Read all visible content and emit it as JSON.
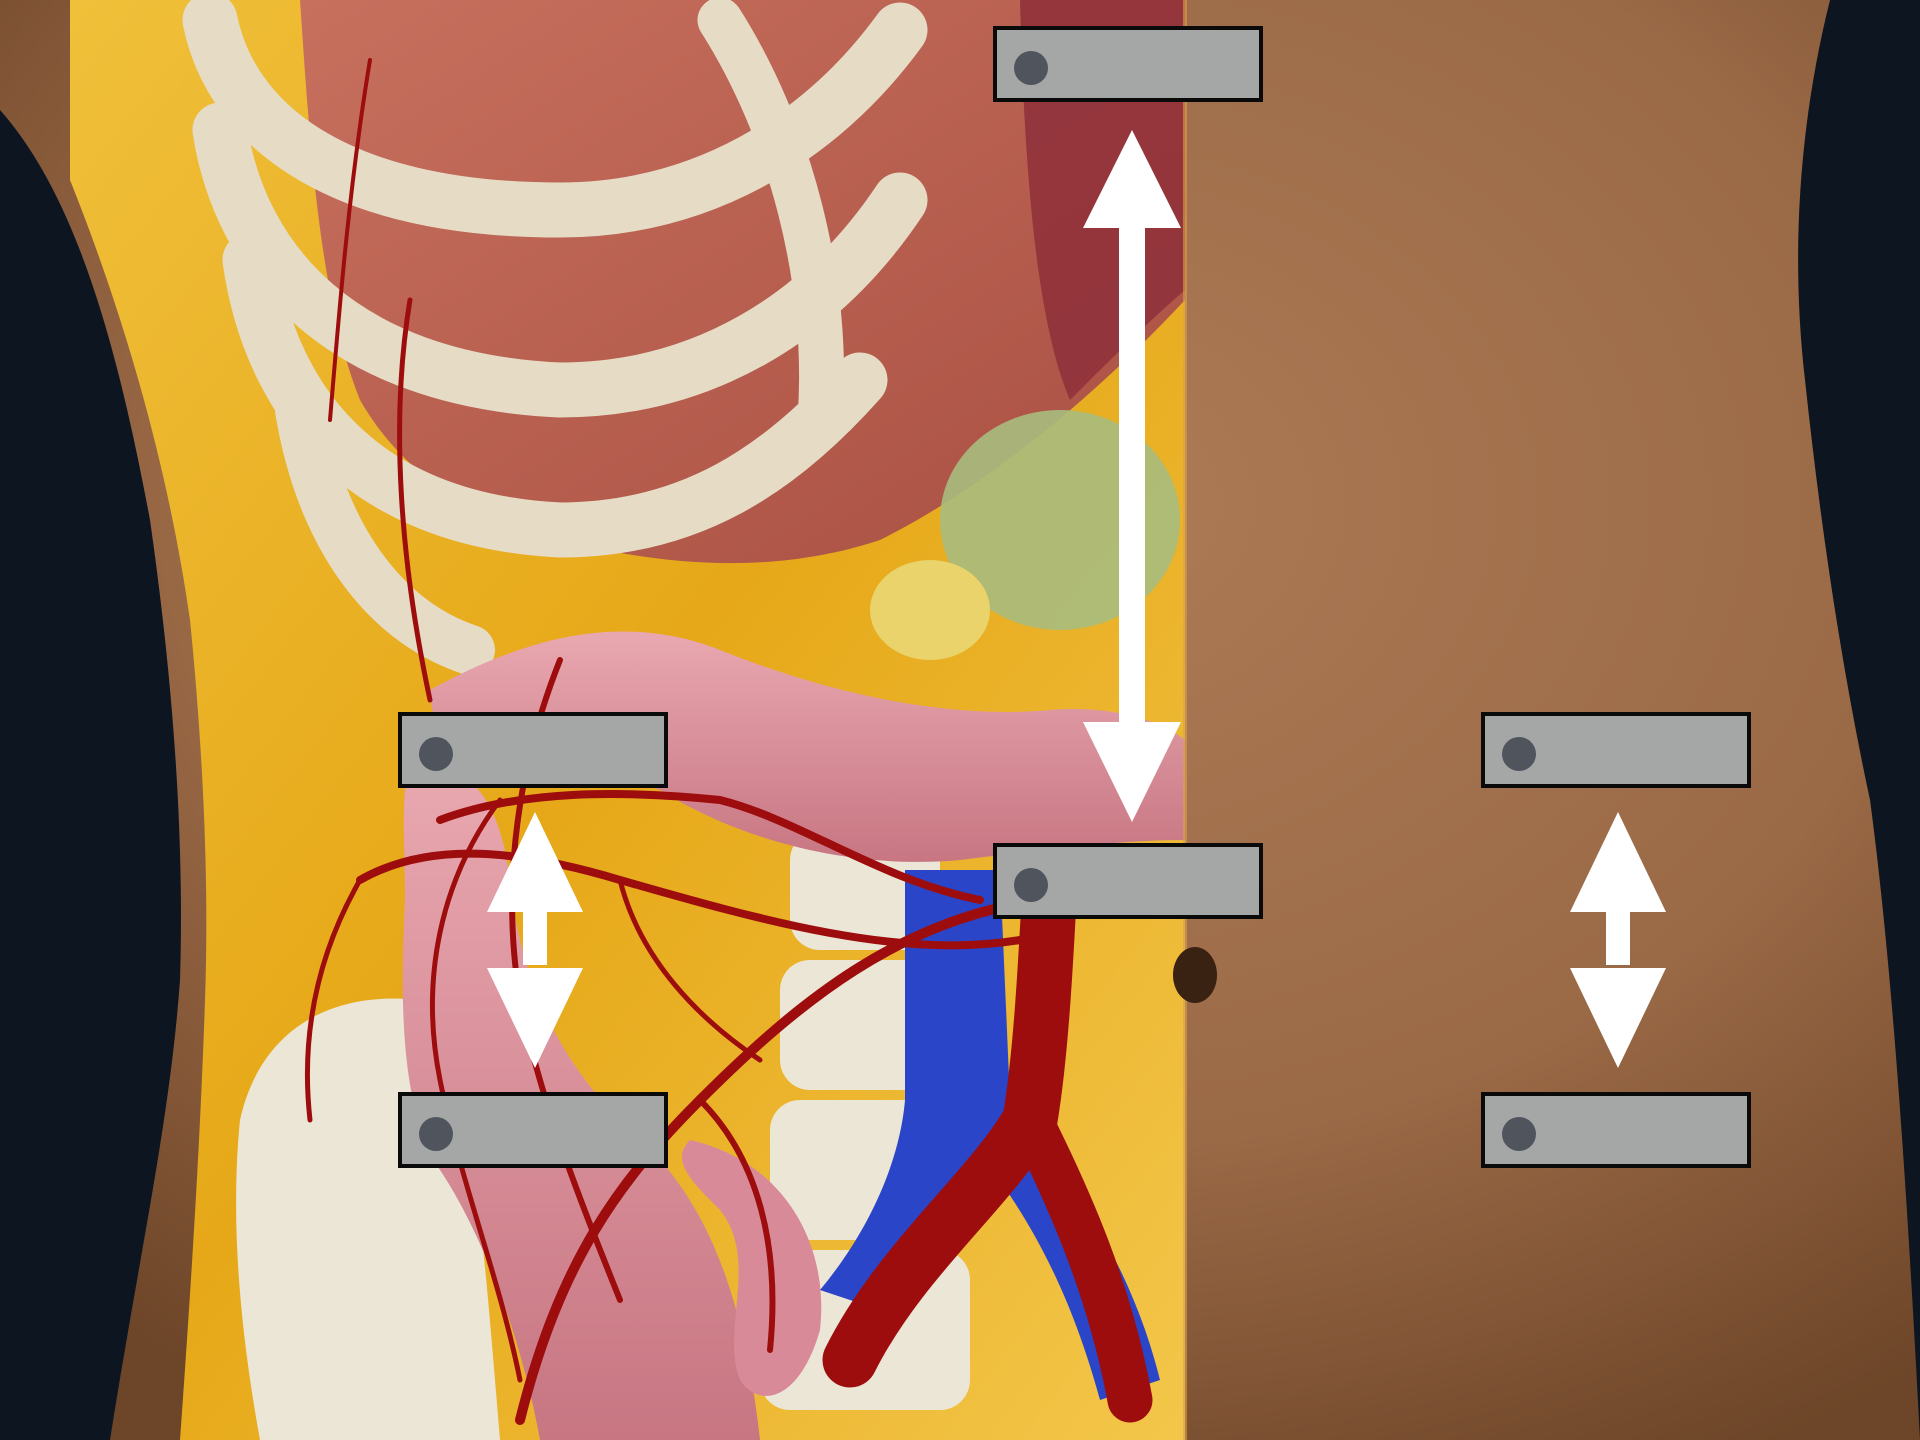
{
  "colors": {
    "background": "#0c1520",
    "skin": "#9c6c48",
    "label_box_fill": "#a4a7a6",
    "label_box_border": "#0a0a0a",
    "label_dot": "#4f545d",
    "arrow": "#ffffff",
    "artery": "#9e0d0d",
    "vein": "#2a45c8",
    "fascia": "#e8ad1f",
    "rib": "#e6dcc6",
    "colon": "#d88a94"
  },
  "labels": [
    {
      "id": "top-center",
      "text": ""
    },
    {
      "id": "mid-left",
      "text": ""
    },
    {
      "id": "mid-center",
      "text": ""
    },
    {
      "id": "mid-right",
      "text": ""
    },
    {
      "id": "bottom-left",
      "text": ""
    },
    {
      "id": "bottom-right",
      "text": ""
    }
  ],
  "arrows": [
    {
      "id": "arrow-center",
      "icon": "double-headed-vertical-arrow"
    },
    {
      "id": "arrow-left",
      "icon": "double-headed-vertical-arrow"
    },
    {
      "id": "arrow-right",
      "icon": "double-headed-vertical-arrow"
    }
  ]
}
